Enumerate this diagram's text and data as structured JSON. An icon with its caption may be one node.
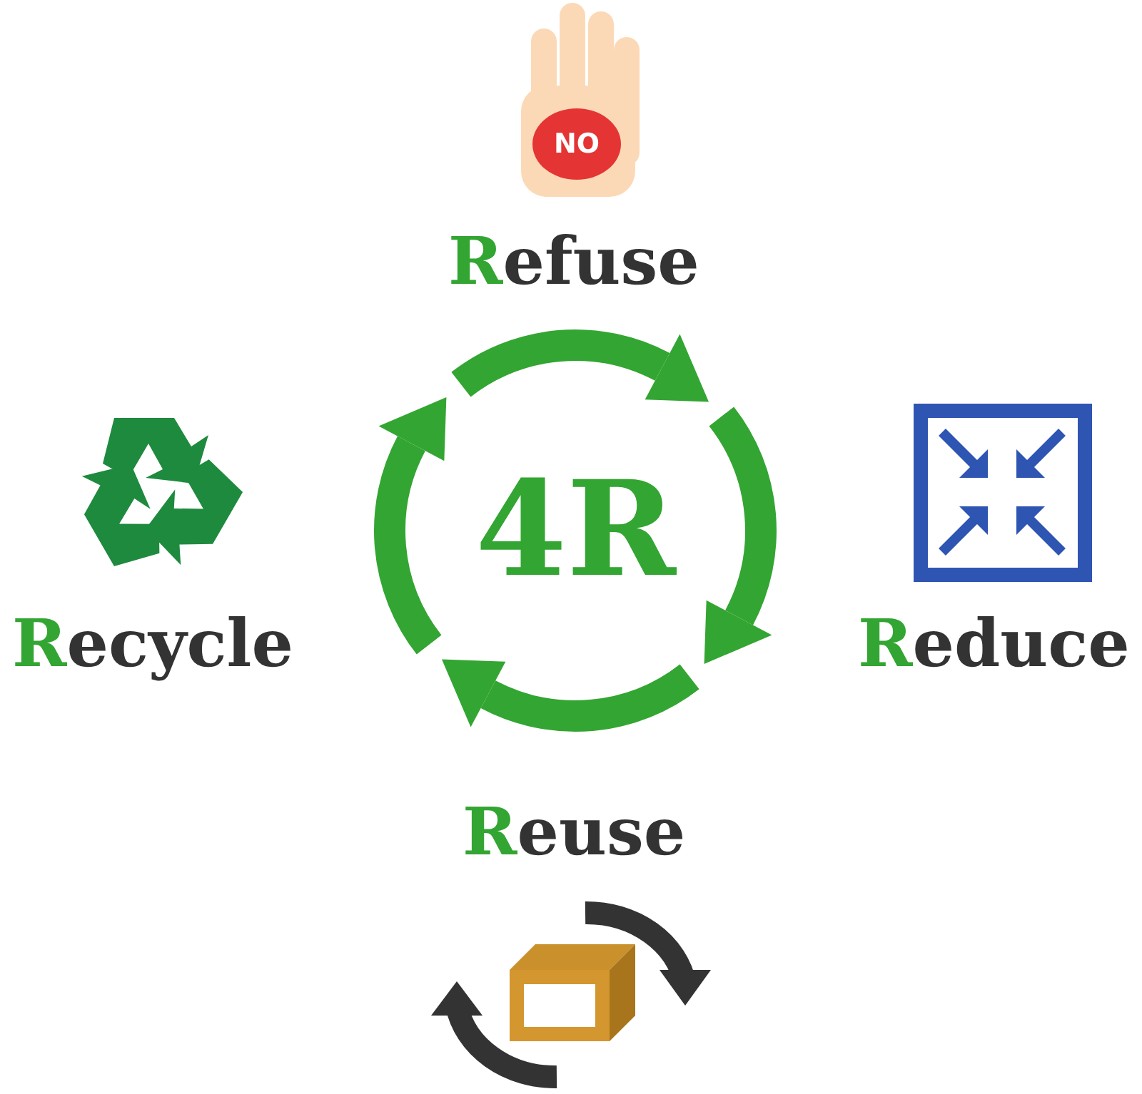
{
  "diagram": {
    "nodes": [
      {
        "text": [
          "Refuse"
        ]
      },
      {
        "text": [
          "Recycle"
        ]
      },
      {
        "text": [
          "4R"
        ]
      },
      {
        "text": [
          "Reduce"
        ]
      },
      {
        "text": [
          "Reuse"
        ]
      }
    ],
    "labels": [
      "NO"
    ]
  }
}
